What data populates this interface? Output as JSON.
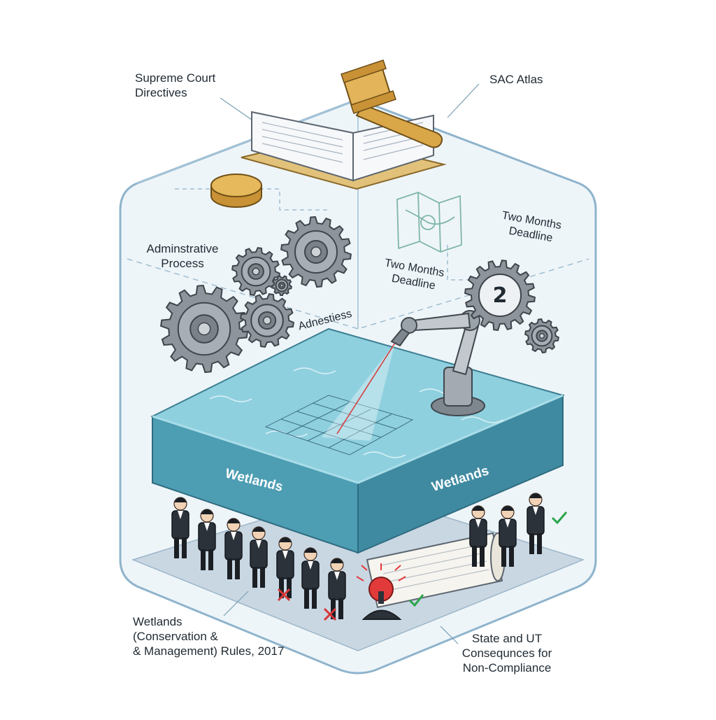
{
  "labels": {
    "supreme_court": [
      "Supreme Court",
      "Directives"
    ],
    "sac_atlas": "SAC Atlas",
    "admin_process": [
      "Adminstrative",
      "Process"
    ],
    "two_months_right": [
      "Two Months",
      "Deadline"
    ],
    "two_months_center": [
      "Two Months",
      "Deadline"
    ],
    "adnestiess": "Adnestiess",
    "wetlands_left": "Wetlands",
    "wetlands_right": "Wetlands",
    "rules": [
      "Wetlands",
      "(Conservation &",
      "& Management) Rules, 2017"
    ],
    "consequences": [
      "State and UT",
      "Consequnces for",
      "Non-Compliance"
    ],
    "clock_number": "2"
  },
  "colors": {
    "glass_fill": "#eaf3f8",
    "glass_stroke": "#8fb4cc",
    "water_top": "#8fd0df",
    "water_side_left": "#4d9db3",
    "water_side_right": "#3f8aa1",
    "gear_fill": "#8d949b",
    "gavel_wood": "#d9a648",
    "suit": "#2c323a",
    "check_green": "#2aa54a",
    "cross_red": "#d83636",
    "alarm_red": "#e23a3a"
  },
  "icons": [
    "gavel-icon",
    "book-icon",
    "coin-icon",
    "map-icon",
    "gear-icon",
    "clock-gear-icon",
    "robot-arm-icon",
    "laser-icon",
    "scroll-icon",
    "alarm-icon",
    "check-icon",
    "cross-icon",
    "person-icon"
  ]
}
